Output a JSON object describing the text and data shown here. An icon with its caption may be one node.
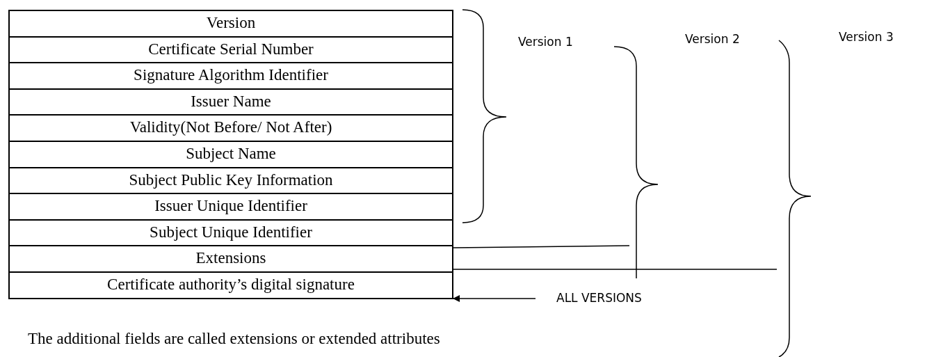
{
  "diagram": {
    "caption": "The additional fields are called extensions or extended attributes",
    "nodes": [
      {
        "text": [
          "Version"
        ]
      },
      {
        "text": [
          "Certificate Serial Number"
        ]
      },
      {
        "text": [
          "Signature Algorithm Identifier"
        ]
      },
      {
        "text": [
          "Issuer Name"
        ]
      },
      {
        "text": [
          "Validity(Not Before/ Not After)"
        ]
      },
      {
        "text": [
          "Subject Name"
        ]
      },
      {
        "text": [
          "Subject Public Key Information"
        ]
      },
      {
        "text": [
          "Issuer Unique Identifier"
        ]
      },
      {
        "text": [
          "Subject Unique Identifier"
        ]
      },
      {
        "text": [
          "Extensions"
        ]
      },
      {
        "text": [
          "Certificate authority’s digital signature"
        ]
      },
      {
        "text": [
          "ALL VERSIONS"
        ]
      }
    ],
    "edges": [
      {
        "from": 11,
        "to": 10,
        "arrow": "to"
      }
    ],
    "labels": [
      "Version 1",
      "Version 2",
      "Version 3"
    ]
  }
}
